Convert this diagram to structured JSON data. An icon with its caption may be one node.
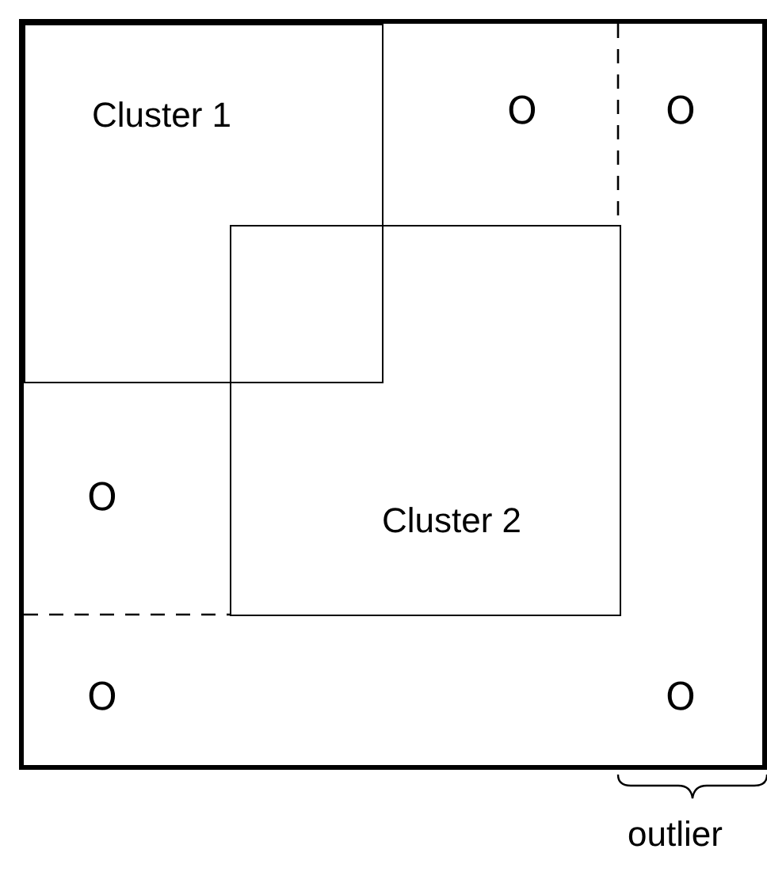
{
  "diagram": {
    "nodes": [
      {
        "text": [],
        "shape": "box"
      },
      {
        "text": [
          "Cluster 1"
        ],
        "in": 0
      },
      {
        "text": [
          "Cluster 2"
        ],
        "in": 0
      }
    ],
    "labels": [
      "O",
      "O",
      "O",
      "O",
      "O",
      "outlier"
    ]
  }
}
